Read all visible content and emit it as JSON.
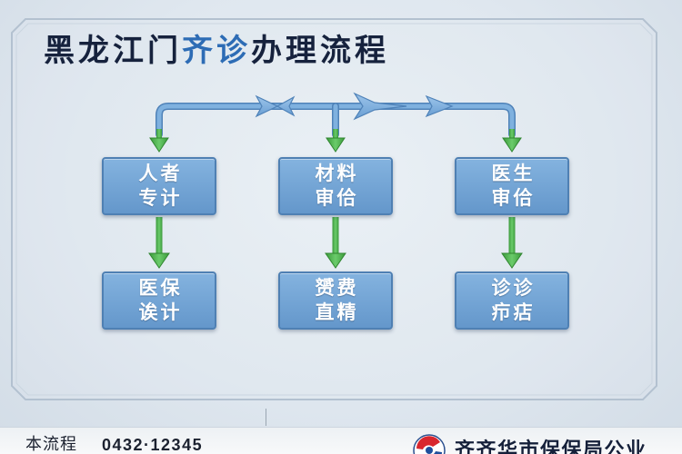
{
  "title": {
    "part1": "黑龙江门",
    "highlight": "齐诊",
    "part2": "办理流程"
  },
  "steps": [
    {
      "lines": [
        "人者",
        "专计"
      ]
    },
    {
      "lines": [
        "材料",
        "审佮"
      ]
    },
    {
      "lines": [
        "医生",
        "审佮"
      ]
    },
    {
      "lines": [
        "医保",
        "诶计"
      ]
    },
    {
      "lines": [
        "赟费",
        "直精"
      ]
    },
    {
      "lines": [
        "诊诊",
        "疖痁"
      ]
    }
  ],
  "footer": {
    "label": "本流程",
    "phone": "0432·12345",
    "org": "齐齐华市保保局公业",
    "logo_icon": "emblem-logo"
  },
  "colors": {
    "title": "#16223d",
    "highlight": "#2d6cb5",
    "box_border": "#4f80b3",
    "box_fill": "#6d9fd2",
    "flow_line": "#7aaddc",
    "arrow_green": "#4cae4c"
  }
}
